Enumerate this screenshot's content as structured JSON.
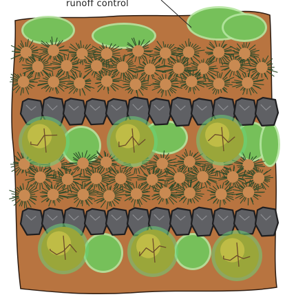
{
  "annotation": {
    "label": "runoff control"
  },
  "colors": {
    "soil": "#b87440",
    "soil_outline": "#2a1a10",
    "moss": "#76c05a",
    "moss_edge": "#b5e6a0",
    "grass_blade": "#2d4b2a",
    "grass_center": "#c98a52",
    "rock_fill": "#5f6064",
    "rock_light": "#8b8c90",
    "rock_outline": "#1e1e20",
    "shrub_fill": "#9aa63a",
    "shrub_highlight": "#c8c24a",
    "shrub_crack": "#6b4a2a",
    "shrub_glow": "#6bd17a"
  },
  "layers": [
    "moss-band",
    "grass-band",
    "rock-band",
    "shrub-band",
    "grass-band",
    "rock-band",
    "shrub-band"
  ]
}
